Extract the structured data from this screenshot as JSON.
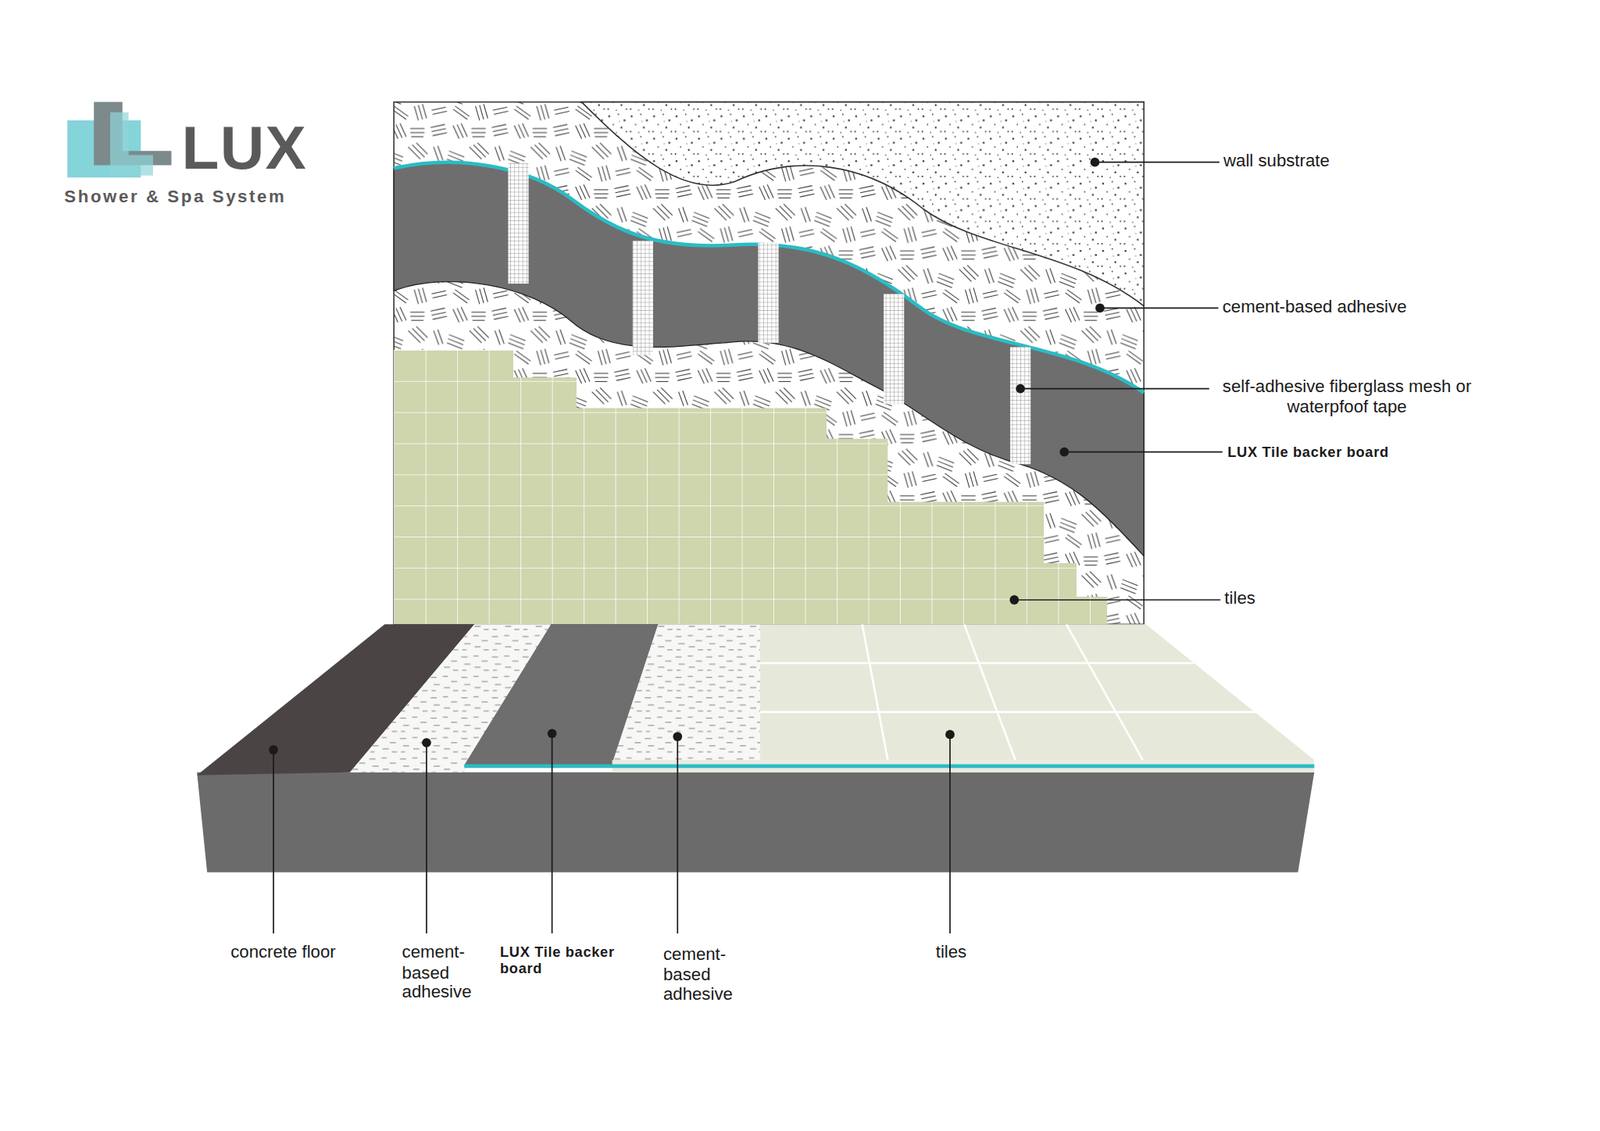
{
  "diagram": {
    "labels": [
      "LUX",
      "Shower & Spa System",
      "wall substrate",
      "cement-based adhesive",
      "self-adhesive fiberglass mesh or waterpfoof tape",
      "LUX Tile backer board",
      "tiles",
      "concrete floor",
      "cement- based adhesive",
      "LUX Tile backer board",
      "cement- based adhesive",
      "tiles"
    ]
  }
}
